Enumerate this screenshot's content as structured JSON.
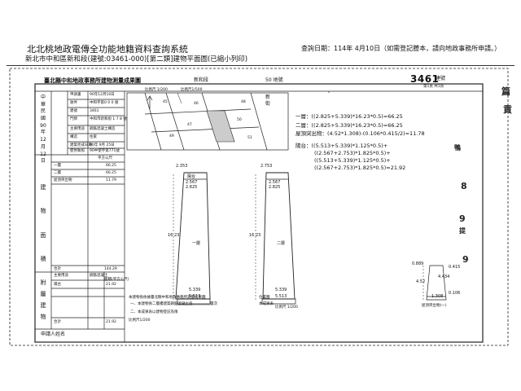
{
  "header": {
    "title": "北北桃地政電傳全功能地籍資料查詢系統",
    "subtitle": "新北市中和區新和段(建號:03461-000)[第二類]建物平面圖(已縮小列印)",
    "query_date": "查詢日期：114年 4月10日（如需登記謄本，請向地政事務所申請。）"
  },
  "sheet": {
    "form_title": "臺北縣中和地政事務所建物測量成果圖",
    "section": "新和段",
    "lot": "50 地號",
    "building_no": "3461",
    "building_no_label": "建號",
    "page_label": "第1頁 共1頁",
    "street_label": "新\n街"
  },
  "left_table": {
    "vertical_labels": {
      "date": "中華民國90年12月12日",
      "building_label": "建物面積",
      "attached_label": "附屬建物"
    },
    "rows": [
      {
        "label": "申請書",
        "value": "90年12月10日"
      },
      {
        "label": "收件",
        "value": "中和字第0 0 0 號"
      },
      {
        "label": "建號",
        "value": "3461"
      },
      {
        "label": "門牌",
        "value": "中和市新和街 1 7 8 號"
      },
      {
        "label": "主要用途",
        "value": "鋼筋混凝土構造"
      },
      {
        "label": "構造",
        "value": "住家"
      },
      {
        "label": "建築完成日期",
        "value": "90年 9月 25日"
      },
      {
        "label": "使用執照",
        "value": "90中使字第771號"
      }
    ],
    "area_header": "平方公尺",
    "areas": [
      {
        "label": "一層",
        "value": "66.25"
      },
      {
        "label": "二層",
        "value": "66.25"
      },
      {
        "label": "屋頂突出物",
        "value": "11.79"
      }
    ],
    "total": {
      "label": "合計",
      "value": "144.29"
    },
    "attached_header": {
      "use": "主要用途",
      "struct": "鋼筋混凝土",
      "area": "面積(平方公尺)"
    },
    "attached": [
      {
        "label": "陽台",
        "value": "21.92"
      }
    ],
    "attached_total": {
      "label": "合計",
      "value": "21.92"
    },
    "applicant": "申請人姓名"
  },
  "formulas": {
    "floor1": "一層：((2.825+5.339)*16.23*0.5)=66.25",
    "floor2": "二層：((2.825+5.339)*16.23*0.5)=66.25",
    "roof": "屋頂突出物：(4.52*1.308)-(0.106*0.415/2)=11.78",
    "balcony": [
      "陽台：((5.513+5.339)*1.125*0.5)+",
      "((2.567+2.753)*1.825*0.5)+",
      "((5.513+5.339)*1.125*0.5)+",
      "((2.567+2.753)*1.825*0.5)=21.92"
    ]
  },
  "plans": {
    "p1_top_left": "2.353",
    "p1_top_mid": "陽台",
    "p1_top_right": "2.567",
    "p1_second": "2.825",
    "p1_length": "16.23",
    "p1_bottom": "5.339",
    "p1_bottom2": "5.513",
    "p1_room": "一層",
    "p2_top_left": "2.753",
    "p2_top_right": "2.567",
    "p2_second": "2.825",
    "p2_length": "16.23",
    "p2_bottom": "5.339",
    "p2_bottom2": "5.513",
    "p2_room": "二層",
    "roof_len": "4.434",
    "roof_w": "4.52",
    "roof_a": "0.889",
    "roof_b": "1.308",
    "roof_c": "0.415",
    "roof_d": "0.106",
    "roof_caption": "屋頂突出物(一)",
    "p1_caption": "比例尺 1/200",
    "p2_caption": "比例尺 1/200"
  },
  "site": {
    "nums": [
      "45",
      "46",
      "47",
      "48",
      "49",
      "50",
      "51"
    ]
  },
  "notes": {
    "intro": "本建物係依據臺北縣中和地政事務所測量成果圖",
    "items": [
      "一、本建物係二層樓建築鋼筋混凝土造",
      "二、本成果表以建物登記為限"
    ],
    "position": "位置圖",
    "legend_a": "本成果表",
    "legend_b": "層次",
    "scale_a": "比例尺1/500",
    "scale_b": "比例尺1/200"
  },
  "right_fragments": [
    "篇",
    "貢",
    "鴨",
    "8",
    "9",
    "提",
    "9"
  ]
}
